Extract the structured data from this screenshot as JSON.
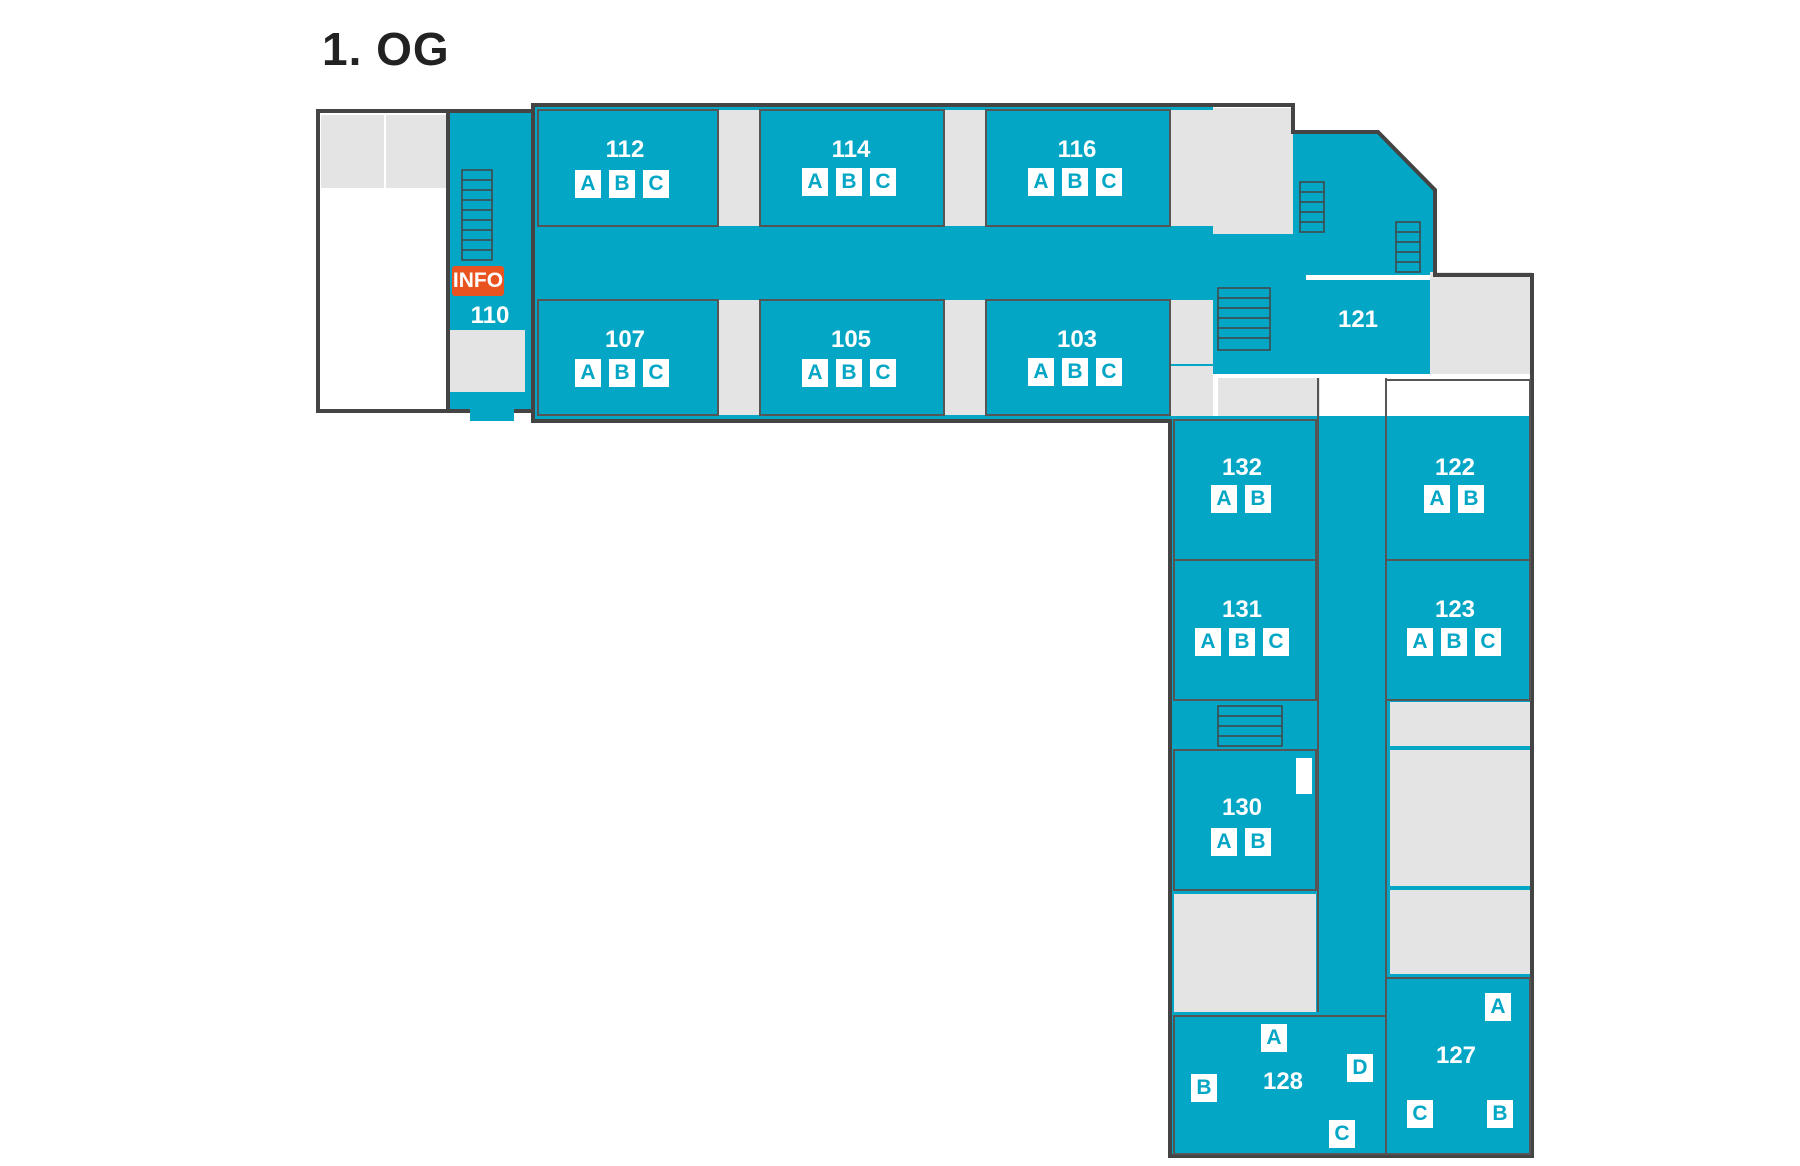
{
  "floor_title": "1. OG",
  "info_label": "INFO",
  "rooms": [
    {
      "number": "112",
      "seats": [
        "A",
        "B",
        "C"
      ]
    },
    {
      "number": "114",
      "seats": [
        "A",
        "B",
        "C"
      ]
    },
    {
      "number": "116",
      "seats": [
        "A",
        "B",
        "C"
      ]
    },
    {
      "number": "107",
      "seats": [
        "A",
        "B",
        "C"
      ]
    },
    {
      "number": "105",
      "seats": [
        "A",
        "B",
        "C"
      ]
    },
    {
      "number": "103",
      "seats": [
        "A",
        "B",
        "C"
      ]
    },
    {
      "number": "110",
      "seats": []
    },
    {
      "number": "121",
      "seats": []
    },
    {
      "number": "132",
      "seats": [
        "A",
        "B"
      ]
    },
    {
      "number": "122",
      "seats": [
        "A",
        "B"
      ]
    },
    {
      "number": "131",
      "seats": [
        "A",
        "B",
        "C"
      ]
    },
    {
      "number": "123",
      "seats": [
        "A",
        "B",
        "C"
      ]
    },
    {
      "number": "130",
      "seats": [
        "A",
        "B"
      ]
    },
    {
      "number": "128",
      "seats": [
        "A",
        "B",
        "C",
        "D"
      ]
    },
    {
      "number": "127",
      "seats": [
        "A",
        "B",
        "C"
      ]
    }
  ],
  "colors": {
    "room": "#03a6c5",
    "info": "#e8531f",
    "unused": "#e4e4e4"
  }
}
